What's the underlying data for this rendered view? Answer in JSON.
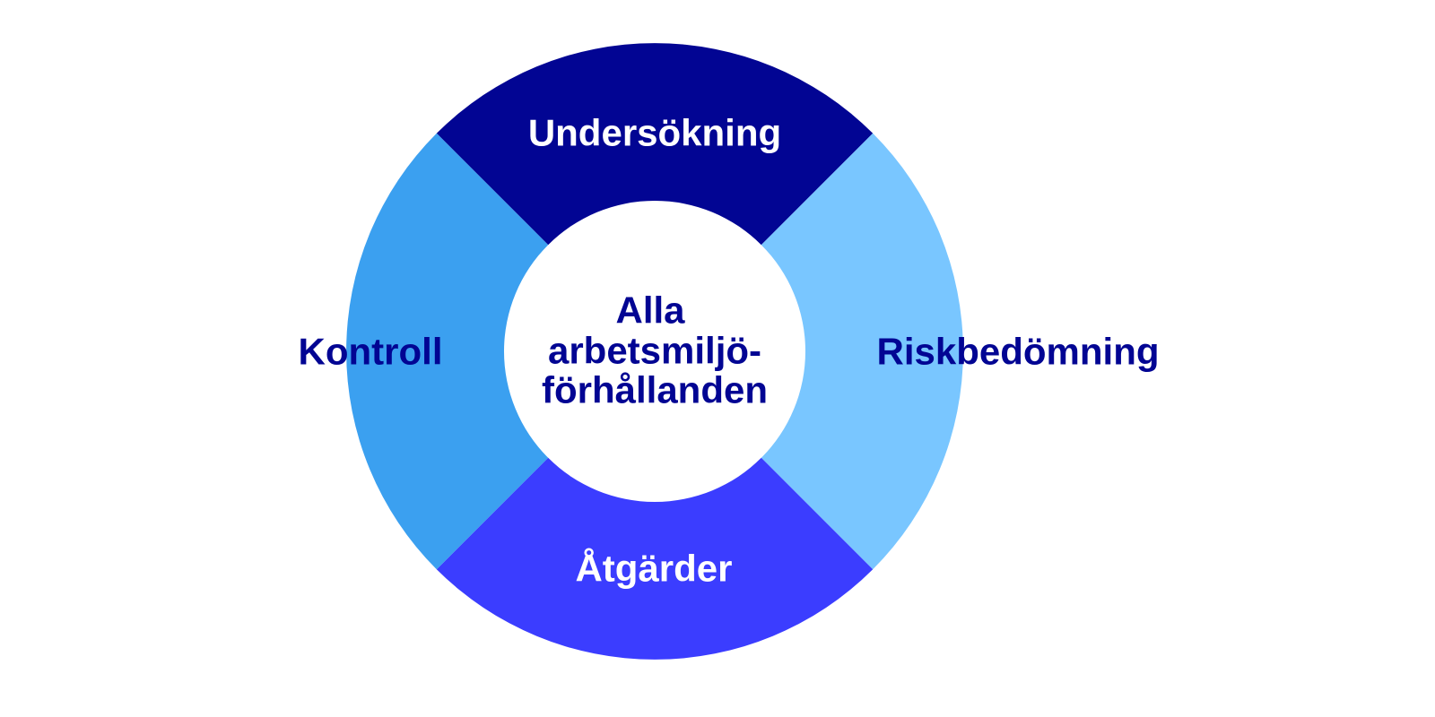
{
  "diagram": {
    "center_lines": [
      "Alla",
      "arbetsmiljö-",
      "förhållanden"
    ],
    "segments": [
      {
        "label": "Undersökning",
        "position": "top",
        "color": "#020593",
        "text_color": "#ffffff"
      },
      {
        "label": "Riskbedömning",
        "position": "right",
        "color": "#79C6FF",
        "text_color": "#020593"
      },
      {
        "label": "Åtgärder",
        "position": "bottom",
        "color": "#3B3DFF",
        "text_color": "#ffffff"
      },
      {
        "label": "Kontroll",
        "position": "left",
        "color": "#3BA0F0",
        "text_color": "#020593"
      }
    ],
    "center_text_color": "#020593"
  }
}
